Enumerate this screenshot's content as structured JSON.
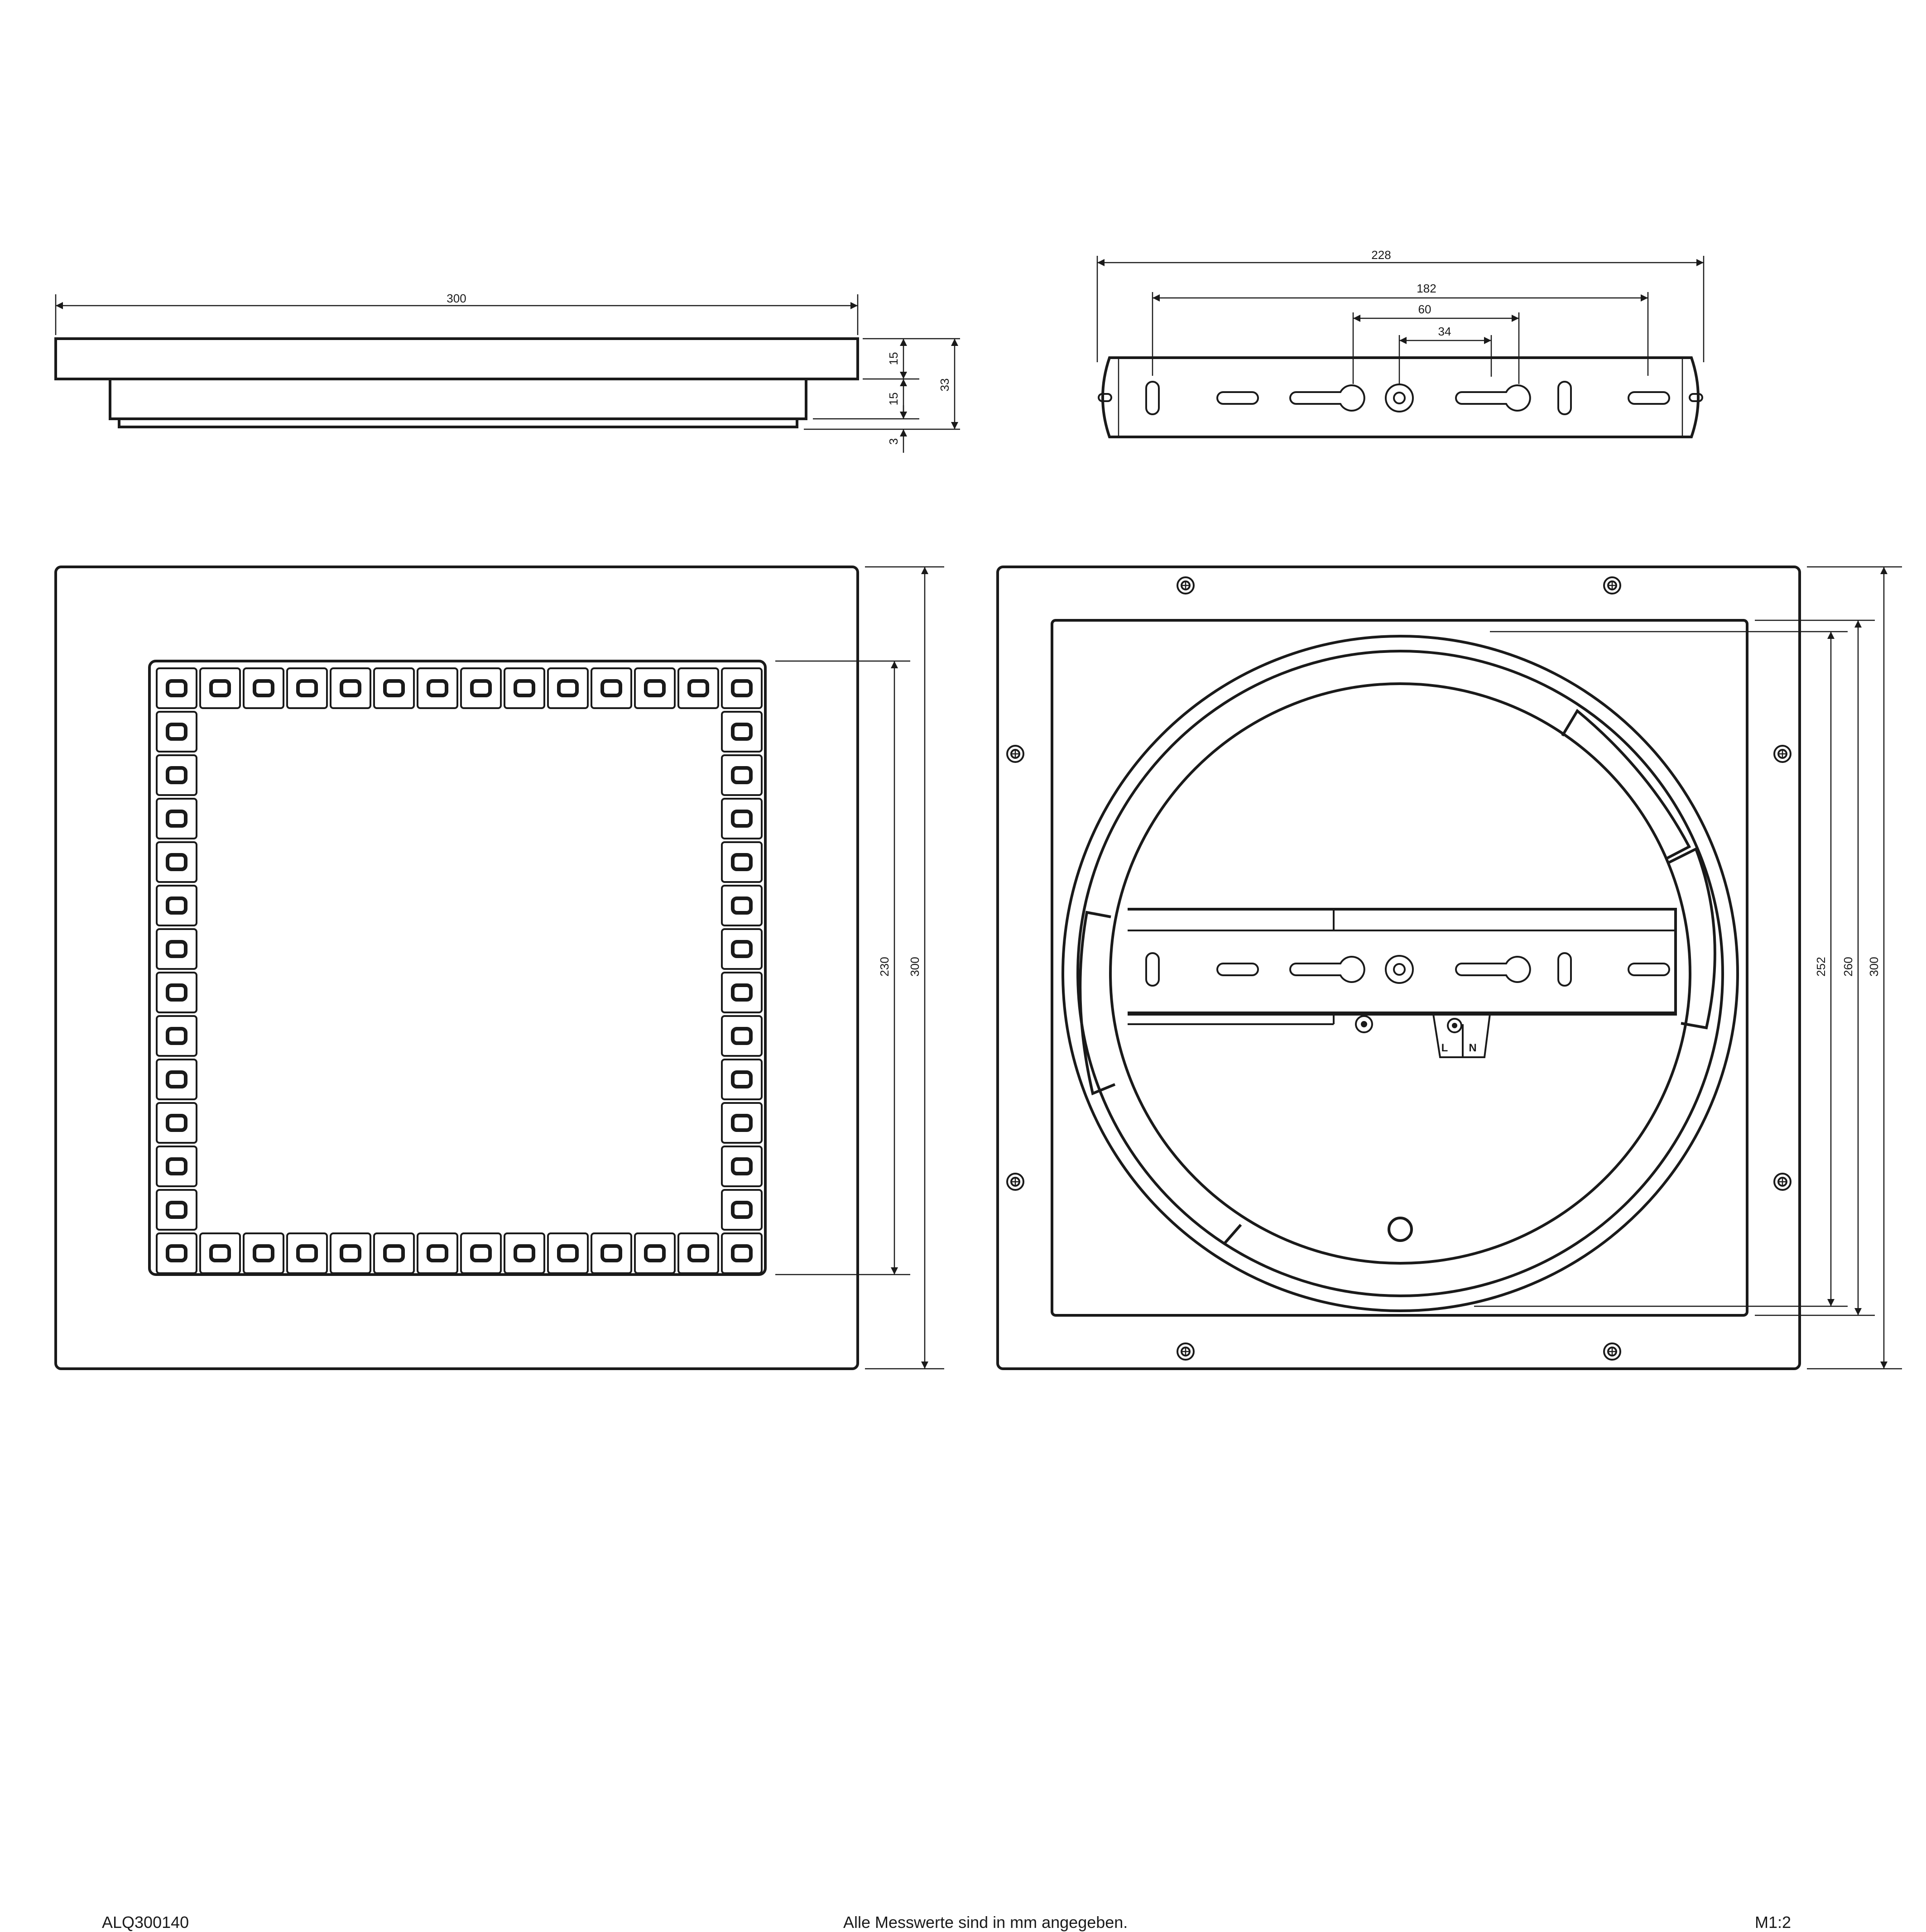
{
  "footer": {
    "article_number": "ALQ300140",
    "note": "Alle Messwerte sind in mm angegeben.",
    "scale": "M1:2"
  },
  "side_view": {
    "width": "300",
    "upper_height": "15",
    "lower_height": "15",
    "diffuser_height": "3",
    "total_height": "33"
  },
  "bracket_view": {
    "length": "228",
    "outer_hole_spacing": "182",
    "keyhole_spacing": "60",
    "inner_spacing": "34"
  },
  "front_view": {
    "led_field": "230",
    "outer": "300"
  },
  "back_view": {
    "inner_ring": "252",
    "plate": "260",
    "outer": "300",
    "terminal_l": "L",
    "terminal_n": "N"
  }
}
